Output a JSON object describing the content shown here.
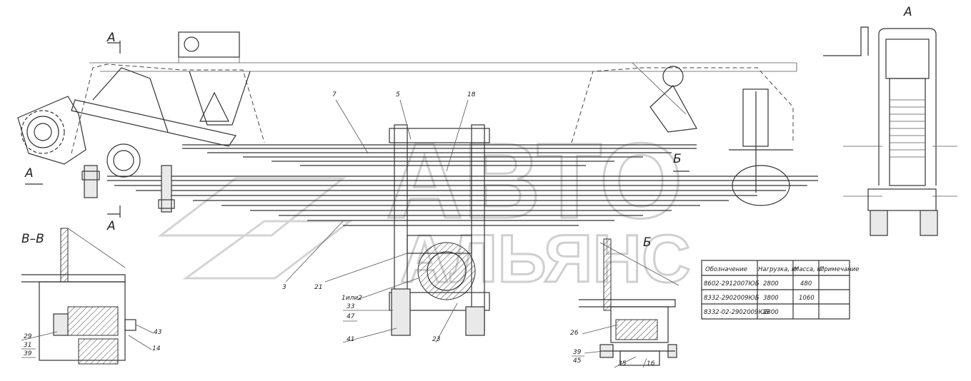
{
  "views": {
    "section_a_top": "А",
    "section_a_bottom": "А",
    "view_a_right": "А",
    "section_vv": "В–В",
    "view_b_top": "Б",
    "view_b_bottom": "Б",
    "view_a_left": "А"
  },
  "callouts": {
    "c7": "7",
    "c5": "5",
    "c18": "18",
    "c3": "3",
    "c21": "21",
    "c1or2": "1или2",
    "c33": "33",
    "c47": "47",
    "c41": "41",
    "c23": "23",
    "c29": "29",
    "c31": "31",
    "c39a": "39",
    "c43": "43",
    "c14": "14",
    "c26": "26",
    "c39b": "39",
    "c45": "45",
    "c35": "35",
    "c16": "16"
  },
  "table": {
    "headers": [
      "Обозначение",
      "Нагрузка, кг",
      "Масса, кг",
      "Примечание"
    ],
    "rows": [
      [
        "8602-2912007ЮБ",
        "2800",
        "480",
        ""
      ],
      [
        "8332-2902009ЮБ",
        "3800",
        "1060",
        ""
      ],
      [
        "8332-02-2902009ЮБ",
        "2800",
        "",
        ""
      ]
    ]
  },
  "watermark": {
    "line1": "АВТО",
    "line2": "АЛЬЯНС"
  }
}
